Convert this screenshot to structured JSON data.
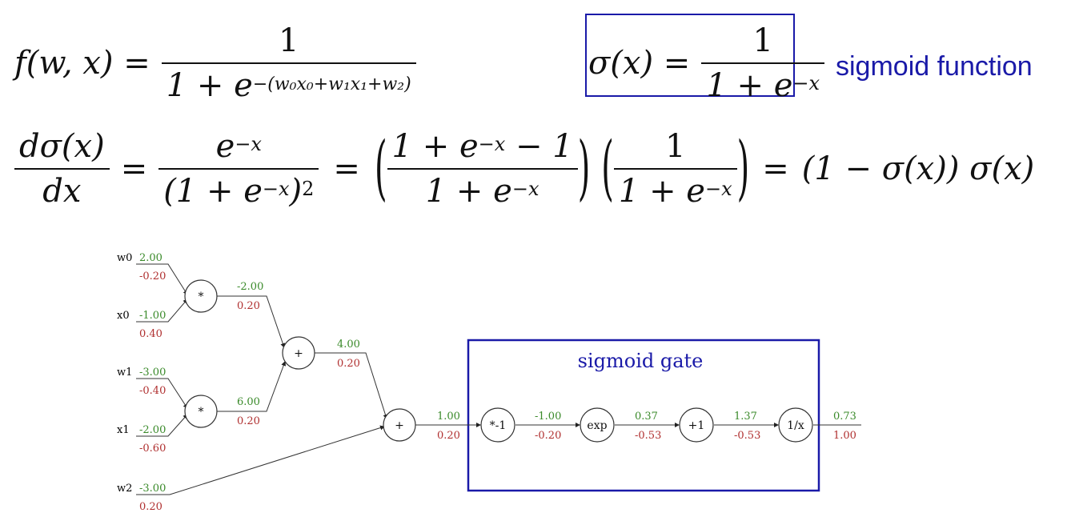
{
  "formulas": {
    "f_lhs": "f(w, x) =",
    "f_num": "1",
    "f_den_base": "1 + e",
    "f_den_exp": "−(w₀x₀+w₁x₁+w₂)",
    "sigma_lhs": "σ(x) =",
    "sigma_num": "1",
    "sigma_den_base": "1 + e",
    "sigma_den_exp": "−x",
    "sigmoid_label": "sigmoid function",
    "deriv_lhs_num": "dσ(x)",
    "deriv_lhs_den": "dx",
    "eq": "=",
    "deriv_t1_num_base": "e",
    "deriv_t1_num_exp": "−x",
    "deriv_t1_den_base": "(1 + e",
    "deriv_t1_den_exp": "−x",
    "deriv_t1_den_close": ")",
    "deriv_t1_den_sq": "2",
    "deriv_t2a_num_base": "1 + e",
    "deriv_t2a_num_exp": "−x",
    "deriv_t2a_num_tail": " − 1",
    "deriv_t2a_den_base": "1 + e",
    "deriv_t2a_den_exp": "−x",
    "deriv_t2b_num": "1",
    "deriv_t2b_den_base": "1 + e",
    "deriv_t2b_den_exp": "−x",
    "deriv_result": "(1 − σ(x)) σ(x)"
  },
  "graph": {
    "gate_title": "sigmoid gate",
    "gate_color": "#1a1aa8",
    "value_color": "#3a8a2a",
    "grad_color": "#b03030",
    "inputs": [
      {
        "name": "w0",
        "value": "2.00",
        "grad": "-0.20"
      },
      {
        "name": "x0",
        "value": "-1.00",
        "grad": "0.40"
      },
      {
        "name": "w1",
        "value": "-3.00",
        "grad": "-0.40"
      },
      {
        "name": "x1",
        "value": "-2.00",
        "grad": "-0.60"
      },
      {
        "name": "w2",
        "value": "-3.00",
        "grad": "0.20"
      }
    ],
    "nodes": [
      {
        "id": "mul0",
        "label": "*"
      },
      {
        "id": "mul1",
        "label": "*"
      },
      {
        "id": "add0",
        "label": "+"
      },
      {
        "id": "add1",
        "label": "+"
      },
      {
        "id": "neg",
        "label": "*-1"
      },
      {
        "id": "exp",
        "label": "exp"
      },
      {
        "id": "plus1",
        "label": "+1"
      },
      {
        "id": "inv",
        "label": "1/x"
      }
    ],
    "edges": [
      {
        "id": "mul0_out",
        "value": "-2.00",
        "grad": "0.20"
      },
      {
        "id": "mul1_out",
        "value": "6.00",
        "grad": "0.20"
      },
      {
        "id": "add0_out",
        "value": "4.00",
        "grad": "0.20"
      },
      {
        "id": "add1_out",
        "value": "1.00",
        "grad": "0.20"
      },
      {
        "id": "neg_out",
        "value": "-1.00",
        "grad": "-0.20"
      },
      {
        "id": "exp_out",
        "value": "0.37",
        "grad": "-0.53"
      },
      {
        "id": "plus1_out",
        "value": "1.37",
        "grad": "-0.53"
      },
      {
        "id": "inv_out",
        "value": "0.73",
        "grad": "1.00"
      }
    ]
  }
}
